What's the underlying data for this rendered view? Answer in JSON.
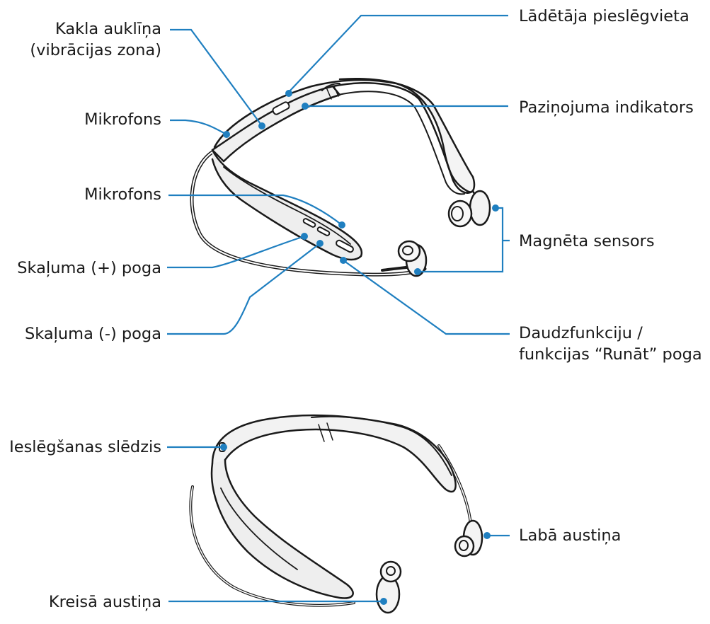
{
  "labels": {
    "neckband_line1": "Kakla auklīņa",
    "neckband_line2": "(vibrācijas zona)",
    "mic_top": "Mikrofons",
    "mic_mid": "Mikrofons",
    "vol_up": "Skaļuma (+) poga",
    "vol_down": "Skaļuma (-) poga",
    "charger_port": "Lādētāja pieslēgvieta",
    "notification": "Paziņojuma indikators",
    "magnet": "Magnēta sensors",
    "multi_line1": "Daudzfunkciju /",
    "multi_line2": "funkcijas “Runāt” poga",
    "power_switch": "Ieslēgšanas slēdzis",
    "right_earbud": "Labā austiņa",
    "left_earbud": "Kreisā austiņa"
  },
  "colors": {
    "leader": "#1f7fc0",
    "outline": "#1a1a1a",
    "band_fill": "#e8e8e8"
  }
}
